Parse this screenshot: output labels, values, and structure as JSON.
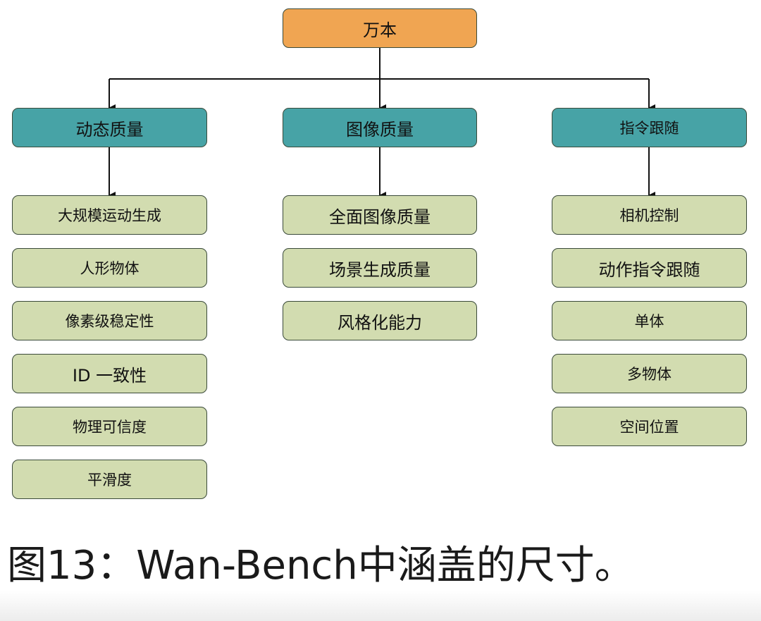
{
  "diagram": {
    "root": "万本",
    "categories": [
      {
        "label": "动态质量",
        "items": [
          "大规模运动生成",
          "人形物体",
          "像素级稳定性",
          "ID 一致性",
          "物理可信度",
          "平滑度"
        ]
      },
      {
        "label": "图像质量",
        "items": [
          "全面图像质量",
          "场景生成质量",
          "风格化能力"
        ]
      },
      {
        "label": "指令跟随",
        "items": [
          "相机控制",
          "动作指令跟随",
          "单体",
          "多物体",
          "空间位置"
        ]
      }
    ]
  },
  "caption": "图13：Wan-Bench中涵盖的尺寸。",
  "colors": {
    "root": "#f0a552",
    "category": "#47a3a6",
    "item": "#d2dcb0",
    "line": "#111111"
  }
}
